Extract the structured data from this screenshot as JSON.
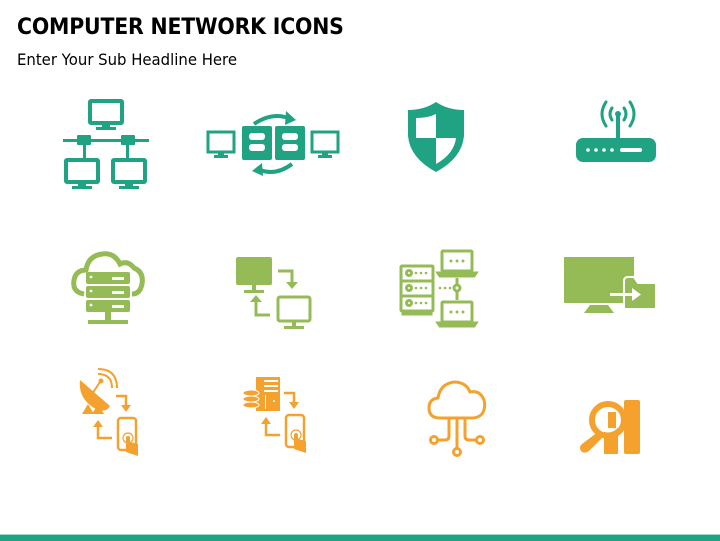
{
  "slide": {
    "title": "COMPUTER NETWORK ICONS",
    "subtitle": "Enter Your Sub Headline Here"
  },
  "colors": {
    "teal": "#1fa383",
    "green": "#94bb55",
    "orange": "#f4a12d",
    "bottom_bar": "#1fa383"
  },
  "icons": [
    {
      "row": 1,
      "col": 1,
      "name": "network-topology-icon",
      "color": "teal"
    },
    {
      "row": 1,
      "col": 2,
      "name": "data-sync-computers-icon",
      "color": "teal"
    },
    {
      "row": 1,
      "col": 3,
      "name": "security-shield-icon",
      "color": "teal"
    },
    {
      "row": 1,
      "col": 4,
      "name": "wifi-router-icon",
      "color": "teal"
    },
    {
      "row": 2,
      "col": 1,
      "name": "cloud-server-icon",
      "color": "green"
    },
    {
      "row": 2,
      "col": 2,
      "name": "computer-transfer-icon",
      "color": "green"
    },
    {
      "row": 2,
      "col": 3,
      "name": "server-laptops-network-icon",
      "color": "green"
    },
    {
      "row": 2,
      "col": 4,
      "name": "monitor-file-export-icon",
      "color": "green"
    },
    {
      "row": 3,
      "col": 1,
      "name": "satellite-mobile-icon",
      "color": "orange"
    },
    {
      "row": 3,
      "col": 2,
      "name": "server-database-mobile-icon",
      "color": "orange"
    },
    {
      "row": 3,
      "col": 3,
      "name": "cloud-connections-icon",
      "color": "orange"
    },
    {
      "row": 3,
      "col": 4,
      "name": "search-analytics-icon",
      "color": "orange"
    }
  ]
}
